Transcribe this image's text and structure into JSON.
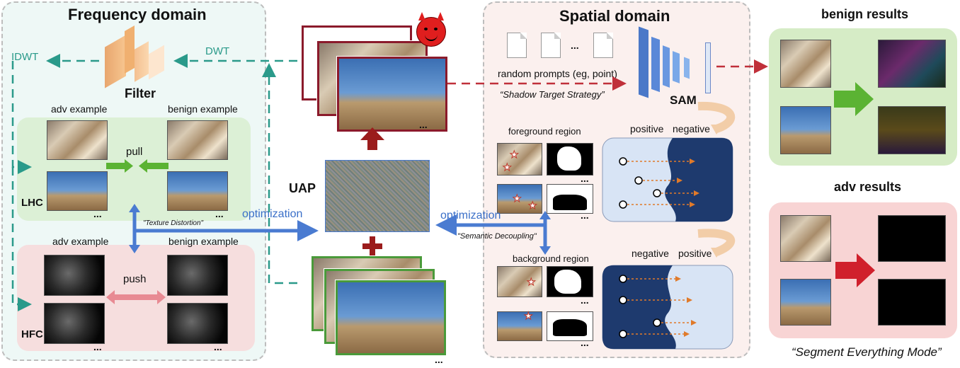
{
  "freq": {
    "title": "Frequency domain",
    "idwt": "IDWT",
    "dwt": "DWT",
    "filter": "Filter",
    "adv_example_1": "adv example",
    "benign_example_1": "benign example",
    "pull": "pull",
    "lhc": "LHC",
    "adv_example_2": "adv example",
    "benign_example_2": "benign example",
    "push": "push",
    "hfc": "HFC",
    "texture_distortion": "\"Texture Distortion\"",
    "optimization": "optimization",
    "ellipsis": "..."
  },
  "center": {
    "uap": "UAP",
    "ellipsis": "..."
  },
  "spatial": {
    "title": "Spatial domain",
    "random_prompts": "random prompts (eg, point)",
    "shadow_target": "“Shadow Target Strategy”",
    "sam": "SAM",
    "foreground_region": "foreground region",
    "background_region": "background region",
    "positive_1": "positive",
    "negative_1": "negative",
    "negative_2": "negative",
    "positive_2": "positive",
    "optimization": "optimization",
    "semantic_decoupling": "\"Semantic Decoupling\"",
    "ellipsis": "..."
  },
  "results": {
    "benign_title": "benign results",
    "adv_title": "adv results",
    "segment_everything": "“Segment Everything Mode”"
  },
  "colors": {
    "teal": "#2a9a8a",
    "red_dashed": "#c0303a",
    "blue_arrow": "#4a7bd1",
    "green_arrow": "#5bb333",
    "pink_arrow": "#e88a93",
    "dark_red": "#9b1c1c",
    "navy": "#1e3a6e"
  }
}
